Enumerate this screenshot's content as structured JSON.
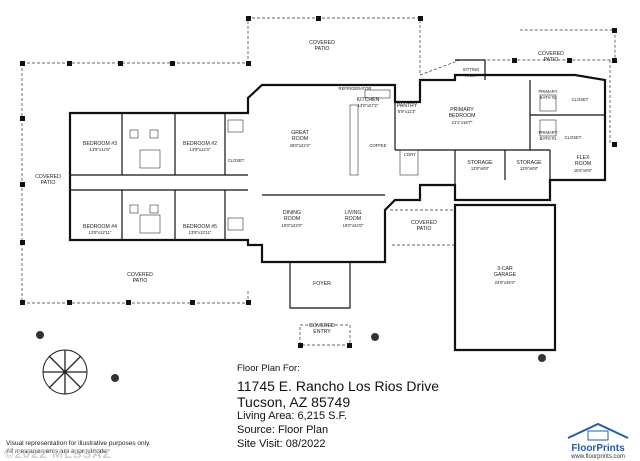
{
  "rooms": {
    "covered_patio_top": "COVERED\nPATIO",
    "covered_patio_tr": "COVERED\nPATIO",
    "covered_patio_left": "COVERED\nPATIO",
    "covered_patio_bottom": "COVERED\nPATIO",
    "covered_patio_mid": "COVERED\nPATIO",
    "covered_entry": "COVERED\nENTRY",
    "bedroom3": {
      "name": "BEDROOM #3",
      "dim": "13'9\"x12'6\""
    },
    "bedroom2": {
      "name": "BEDROOM #2",
      "dim": "13'9\"x12'4\""
    },
    "bedroom4": {
      "name": "BEDROOM #4",
      "dim": "13'9\"x12'11\""
    },
    "bedroom5": {
      "name": "BEDROOM #5",
      "dim": "13'9\"x12'11\""
    },
    "closet_left": "CLOSET",
    "great_room": {
      "name": "GREAT\nROOM",
      "dim": "26'0\"x22'2\""
    },
    "kitchen": {
      "name": "KITCHEN",
      "dim": "13'0\"x27'2\""
    },
    "pantry": {
      "name": "PANTRY",
      "dim": "5'9\"x11'3\""
    },
    "refrigerator": "REFRIGERATOR",
    "coffee": "COFFEE",
    "laundry": "L'DRY",
    "primary_bedroom": {
      "name": "PRIMARY\nBEDROOM",
      "dim": "21'1\"x18'7\""
    },
    "sitting_area": "SITTING\nAREA",
    "primary_bath1": "PRIMARY\nBATH #1",
    "primary_bath2": "PRIMARY\nBATH #2",
    "closet_r1": "CLOSET",
    "closet_r2": "CLOSET",
    "storage1": {
      "name": "STORAGE",
      "dim": "13'9\"x8'8\""
    },
    "storage2": {
      "name": "STORAGE",
      "dim": "13'9\"x8'8\""
    },
    "flex_room": {
      "name": "FLEX\nROOM",
      "dim": "15'6\"x8'6\""
    },
    "dining_room": {
      "name": "DINING\nROOM",
      "dim": "19'0\"x22'0\""
    },
    "living_room": {
      "name": "LIVING\nROOM",
      "dim": "19'0\"x22'0\""
    },
    "foyer": "FOYER",
    "garage": {
      "name": "3-CAR\nGARAGE",
      "dim": "24'8\"x39'4\""
    }
  },
  "info": {
    "line1": "Floor Plan For:",
    "address1": "11745 E. Rancho Los Rios Drive",
    "address2": "Tucson, AZ 85749",
    "living_area": "Living Area:  6,215 S.F.",
    "source": "Source:  Floor Plan",
    "site_visit": "Site Visit:  08/2022"
  },
  "disclaimer": "Visual representation for illustrative purposes only.\nAll measurements are approximate.",
  "watermark": "©2022 MLSSAZ",
  "logo": {
    "name": "FloorPrints",
    "url": "www.floorprints.com",
    "color": "#1f5fa8"
  }
}
